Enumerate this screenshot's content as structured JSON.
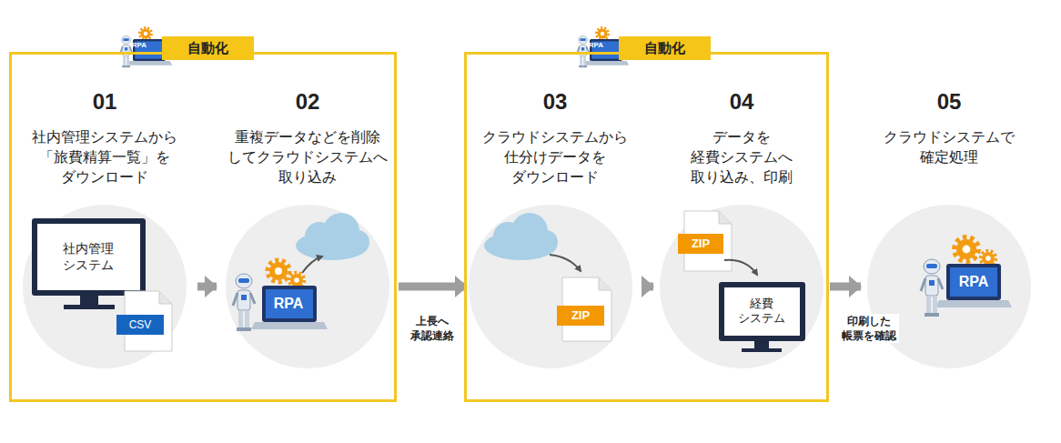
{
  "diagram": {
    "nodes": [
      {
        "text": [
          "自動化"
        ]
      },
      {
        "text": [
          "01",
          "社内管理システムから 「旅費精算一覧」を ダウンロード"
        ],
        "in": 0
      },
      {
        "text": [
          "02",
          "重複データなどを削除 してクラウドシステムへ 取り込み"
        ],
        "in": 0
      },
      {
        "text": [
          "自動化"
        ]
      },
      {
        "text": [
          "03",
          "クラウドシステムから 仕分けデータを ダウンロード"
        ],
        "in": 3
      },
      {
        "text": [
          "04",
          "データを 経費システムへ 取り込み、印刷"
        ],
        "in": 3
      },
      {
        "text": [
          "05",
          "クラウドシステムで 確定処理"
        ]
      }
    ],
    "edges": [
      {
        "from": 1,
        "to": 2,
        "arrow": "to"
      },
      {
        "from": 2,
        "to": 4,
        "label": "上長へ 承認連絡",
        "arrow": "to"
      },
      {
        "from": 4,
        "to": 5,
        "arrow": "to"
      },
      {
        "from": 5,
        "to": 6,
        "label": "印刷した 帳票を確認",
        "arrow": "to"
      }
    ],
    "labels": [
      "RPA",
      "社内管理 システム",
      "CSV",
      "RPA",
      "RPA",
      "ZIP",
      "ZIP",
      "経費 システム",
      "RPA"
    ]
  }
}
